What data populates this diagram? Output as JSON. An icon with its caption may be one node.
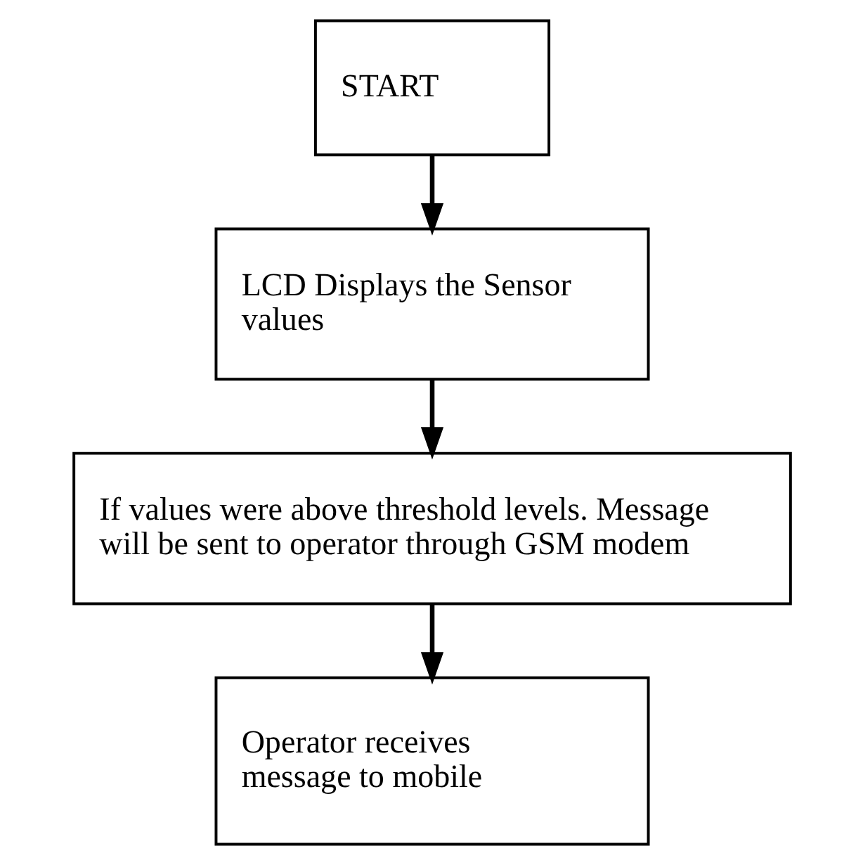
{
  "diagram": {
    "nodes": [
      {
        "text": [
          "START"
        ]
      },
      {
        "text": [
          "LCD Displays the Sensor values"
        ]
      },
      {
        "text": [
          "If values were above threshold levels. Message will be sent to operator through GSM modem"
        ]
      },
      {
        "text": [
          "Operator receives message to mobile"
        ]
      }
    ],
    "edges": [
      {
        "from": 0,
        "to": 1,
        "arrow": "to"
      },
      {
        "from": 1,
        "to": 2,
        "arrow": "to"
      },
      {
        "from": 2,
        "to": 3,
        "arrow": "to"
      }
    ]
  }
}
